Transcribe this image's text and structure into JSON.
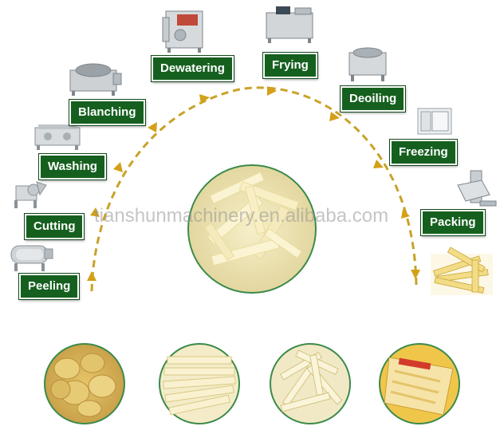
{
  "steps": [
    {
      "key": "peeling",
      "label": "Peeling"
    },
    {
      "key": "cutting",
      "label": "Cutting"
    },
    {
      "key": "washing",
      "label": "Washing"
    },
    {
      "key": "blanching",
      "label": "Blanching"
    },
    {
      "key": "dewatering",
      "label": "Dewatering"
    },
    {
      "key": "frying",
      "label": "Frying"
    },
    {
      "key": "deoiling",
      "label": "Deoiling"
    },
    {
      "key": "freezing",
      "label": "Freezing"
    },
    {
      "key": "packing",
      "label": "Packing"
    }
  ],
  "watermark": "tianshunmachinery.en.alibaba.com",
  "colors": {
    "label_bg": "#16601f",
    "arrow": "#c9a227",
    "circle_ring": "#3b8a4a"
  },
  "product_images": [
    "raw-potatoes",
    "cut-fries",
    "frozen-fries",
    "packaged-fries"
  ]
}
